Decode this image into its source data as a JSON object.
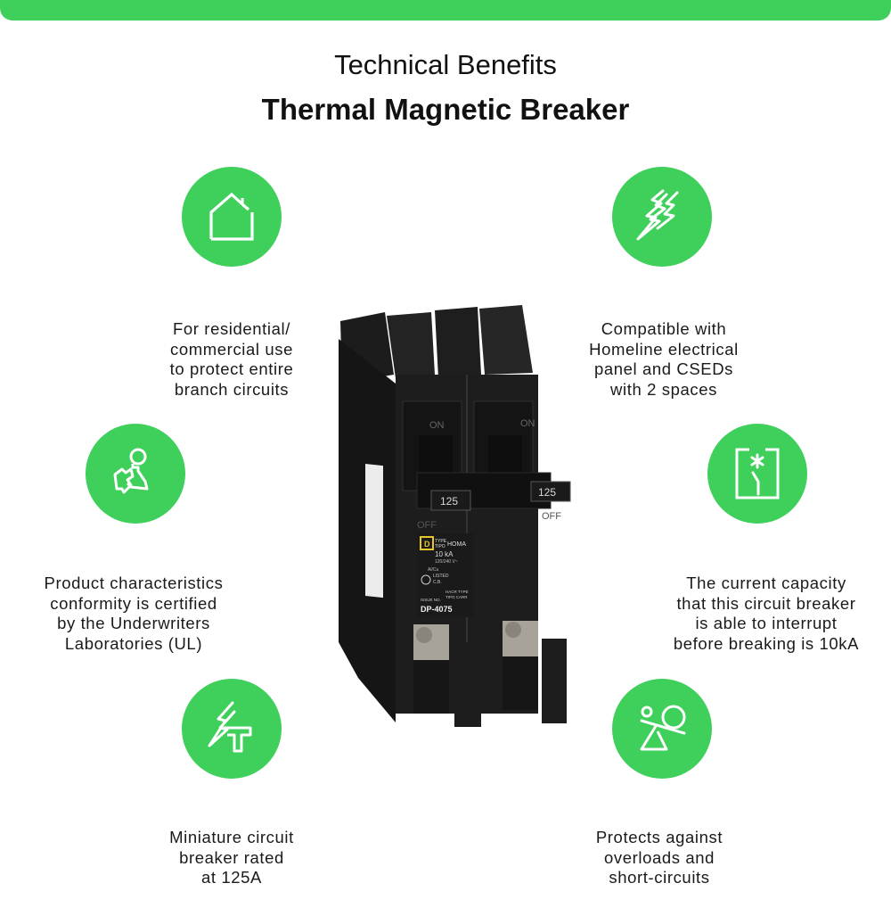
{
  "header": {
    "title": "Technical Benefits",
    "subtitle": "Thermal Magnetic Breaker",
    "accent_color": "#3fcf5b"
  },
  "benefits": [
    {
      "icon": "house-icon",
      "lines": [
        "For residential/",
        "commercial use",
        "to protect entire",
        "branch circuits"
      ]
    },
    {
      "icon": "double-lightning-icon",
      "lines": [
        "Compatible with",
        "Homeline electrical",
        "panel and CSEDs",
        "with 2 spaces"
      ]
    },
    {
      "icon": "certificate-hand-icon",
      "lines": [
        "Product characteristics",
        "conformity is certified",
        "by the Underwriters",
        "Laboratories (UL)"
      ]
    },
    {
      "icon": "breaker-switch-icon",
      "lines": [
        "The current capacity",
        "that this circuit breaker",
        "is able to interrupt",
        "before breaking is 10kA"
      ]
    },
    {
      "icon": "lightning-tower-icon",
      "lines": [
        "Miniature circuit",
        "breaker rated",
        "at 125A"
      ]
    },
    {
      "icon": "seesaw-balance-icon",
      "lines": [
        "Protects against",
        "overloads and",
        "short-circuits"
      ]
    }
  ],
  "product": {
    "handle_rating_left": "125",
    "handle_rating_right": "125",
    "on_label": "ON",
    "off_label": "OFF",
    "label_type": "TYPE",
    "label_tipo": "TIPO",
    "label_model": "HOMA",
    "label_ka": "10 kA",
    "label_voltage": "120/240 V~",
    "label_alcu": "Al/Cu",
    "label_listed": "LISTED",
    "label_cb": "C.B.",
    "label_hacr": "HACR TYPE",
    "label_tipo_carr": "TIPO CARR",
    "label_issue": "ISSUE NO.",
    "label_issue_no": "DP-4075"
  }
}
